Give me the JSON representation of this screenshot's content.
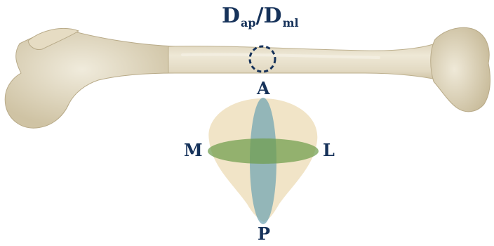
{
  "measurement_label": {
    "main1": "D",
    "sub1": "ap",
    "slash": "/",
    "main2": "D",
    "sub2": "ml"
  },
  "directions": {
    "anterior": "A",
    "medial": "M",
    "lateral": "L",
    "posterior": "P"
  },
  "colors": {
    "bone_fill": "#e9e1cc",
    "bone_shade": "#cfc3a5",
    "cross_section": "#efdfbd",
    "ap_axis": "#6fa3b3",
    "ml_axis": "#6f9d4c",
    "label_text": "#16325a",
    "marker_circle": "#16325a"
  }
}
